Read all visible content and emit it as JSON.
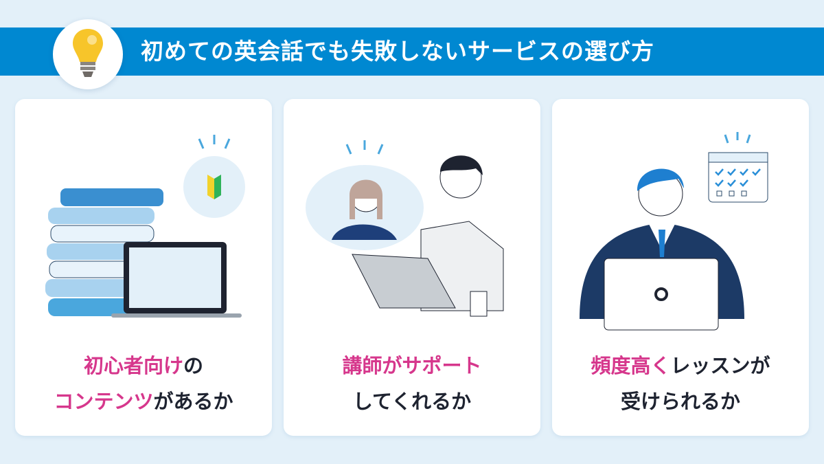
{
  "header": {
    "title": "初めての英会話でも失敗しないサービスの選び方",
    "icon": "lightbulb-icon"
  },
  "cards": [
    {
      "line1_highlight": "初心者向け",
      "line1_rest": "の",
      "line2_highlight": "コンテンツ",
      "line2_rest": "があるか",
      "illustration": "books-laptop-beginner-mark"
    },
    {
      "line1_highlight": "講師がサポート",
      "line1_rest": "",
      "line2_highlight": "",
      "line2_rest": "してくれるか",
      "illustration": "teacher-headset-student-laptop"
    },
    {
      "line1_highlight": "頻度高く",
      "line1_rest": "レッスンが",
      "line2_highlight": "",
      "line2_rest": "受けられるか",
      "illustration": "businessman-laptop-calendar"
    }
  ],
  "colors": {
    "primary": "#0088d1",
    "highlight": "#d6378c",
    "text": "#1e2330",
    "background": "#e3f0f9"
  }
}
